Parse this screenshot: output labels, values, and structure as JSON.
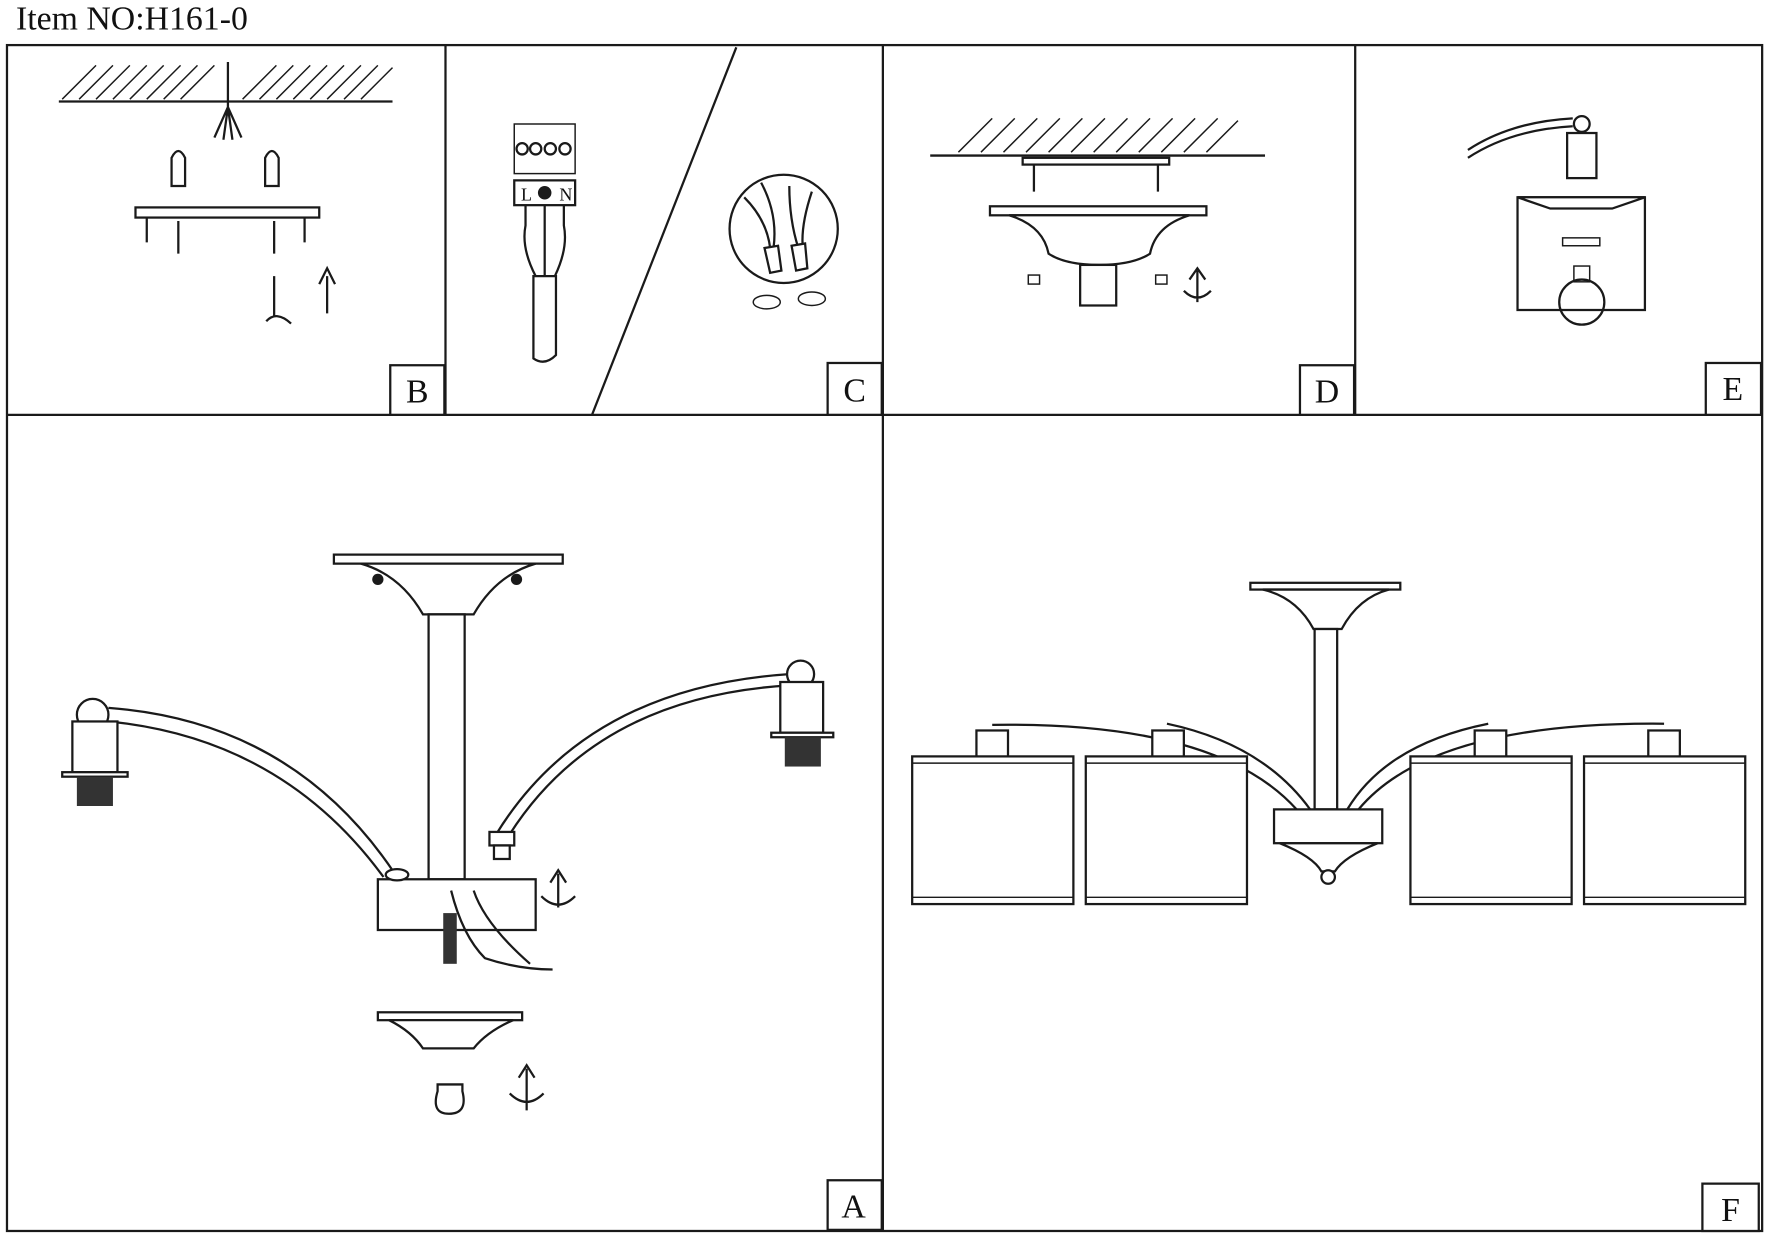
{
  "header": {
    "item_no": "Item NO:H161-0"
  },
  "panels": {
    "a": {
      "label": "A"
    },
    "b": {
      "label": "B"
    },
    "c": {
      "label": "C",
      "terminal_left": "L",
      "terminal_right": "N"
    },
    "d": {
      "label": "D"
    },
    "e": {
      "label": "E"
    },
    "f": {
      "label": "F"
    }
  },
  "colors": {
    "line": "#1a1a1a",
    "frame": "#1c3f7a",
    "paper": "#ffffff"
  }
}
